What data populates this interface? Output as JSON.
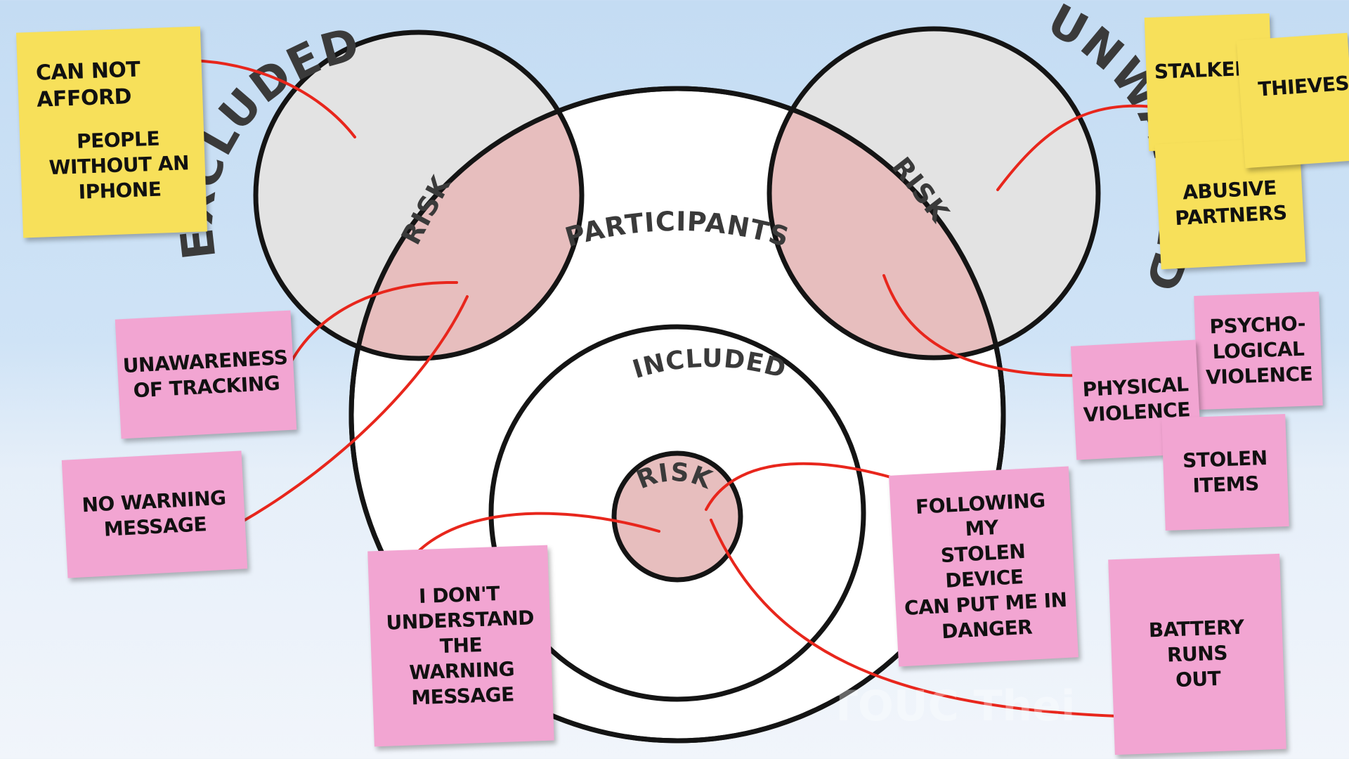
{
  "labels": {
    "participants": "PARTICIPANTS",
    "excluded": "EXCLUDED",
    "unwanted": "UNWANTED",
    "included": "INCLUDED",
    "risk": "RISK"
  },
  "notes": {
    "cannot_afford": "CAN NOT\nAFFORD",
    "no_iphone": "PEOPLE\nWITHOUT AN\nIPHONE",
    "unawareness": "UNAWARENESS\nOF TRACKING",
    "no_warning": "NO WARNING\nMESSAGE",
    "dont_understand": "I DON'T\nUNDERSTAND THE\nWARNING\nMESSAGE",
    "stalkers": "STALKERS",
    "thieves": "THIEVES",
    "abusive": "ABUSIVE\nPARTNERS",
    "psycho": "PSYCHO-\nLOGICAL\nVIOLENCE",
    "physical": "PHYSICAL\nVIOLENCE",
    "stolen_items": "STOLEN\nITEMS",
    "following": "FOLLOWING MY\nSTOLEN DEVICE\nCAN PUT ME IN\nDANGER",
    "battery": "BATTERY RUNS\nOUT"
  },
  "watermark": "TOUC  Thei",
  "colors": {
    "circle_stroke": "#141414",
    "excluded_fill": "#e3e3e3",
    "risk_fill": "#e7bebe",
    "connector": "#e8261c",
    "note_yellow": "#f7e05a",
    "note_pink": "#f2a5d2"
  }
}
